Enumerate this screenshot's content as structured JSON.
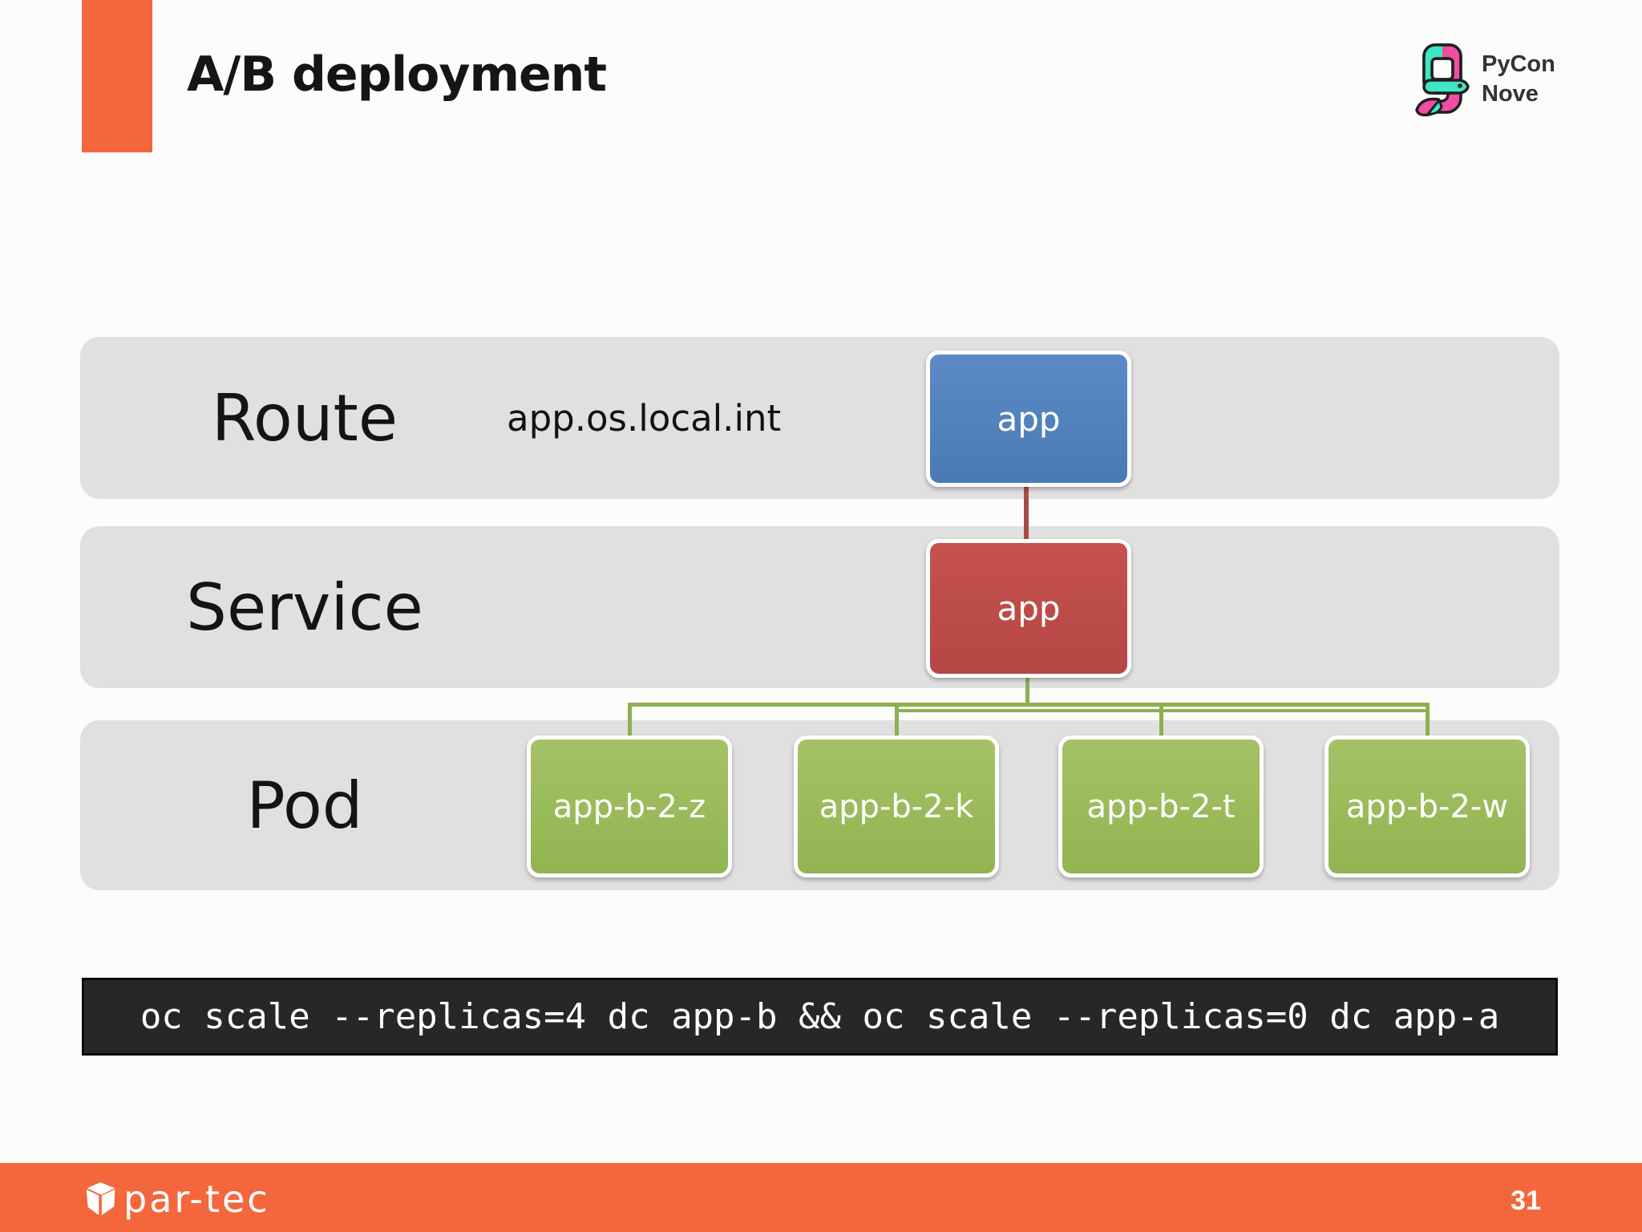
{
  "slide": {
    "title": "A/B deployment",
    "accent_color": "#f4673d",
    "background": "#fcfcfa"
  },
  "pycon_logo": {
    "line1": "PyCon",
    "line2": "Nove",
    "teal": "#3ee6c3",
    "pink": "#f14da2"
  },
  "diagram": {
    "route_row": {
      "label": "Route",
      "hostname": "app.os.local.int",
      "node_label": "app"
    },
    "service_row": {
      "label": "Service",
      "node_label": "app"
    },
    "pod_row": {
      "label": "Pod",
      "pods": [
        "app-b-2-z",
        "app-b-2-k",
        "app-b-2-t",
        "app-b-2-w"
      ]
    },
    "colors": {
      "row_background": "#e1e0e0",
      "route_node": "#4e81bd",
      "service_node": "#bf4b47",
      "pod_node": "#9abb59",
      "connector_red": "#a94a46",
      "connector_green": "#8cb04f"
    }
  },
  "code_bar": {
    "command": "oc scale --replicas=4 dc app-b && oc scale --replicas=0 dc app-a"
  },
  "footer": {
    "brand": "par-tec",
    "page_number": "31"
  }
}
